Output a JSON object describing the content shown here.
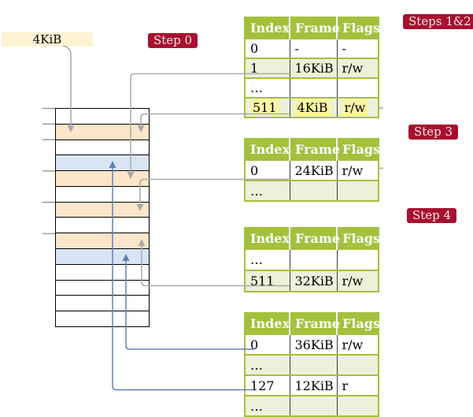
{
  "labels": {
    "frame_size_box": "4KiB"
  },
  "badges": [
    {
      "label": "Step 0"
    },
    {
      "label": "Steps 1&2"
    },
    {
      "label": "Step 3"
    },
    {
      "label": "Step 4"
    }
  ],
  "tables": [
    {
      "name": "page-table-steps-1-2",
      "headers": [
        "Index",
        "Frame",
        "Flags"
      ],
      "rows": [
        {
          "cells": [
            "0",
            "-",
            "-"
          ]
        },
        {
          "cells": [
            "1",
            "16KiB",
            "r/w"
          ]
        },
        {
          "cells": [
            "…",
            "",
            ""
          ]
        },
        {
          "cells": [
            "511",
            "4KiB",
            "r/w"
          ],
          "highlighted": true
        }
      ]
    },
    {
      "name": "page-table-step-3",
      "headers": [
        "Index",
        "Frame",
        "Flags"
      ],
      "rows": [
        {
          "cells": [
            "0",
            "24KiB",
            "r/w"
          ]
        },
        {
          "cells": [
            "…",
            "",
            ""
          ]
        }
      ]
    },
    {
      "name": "page-table-step-4",
      "headers": [
        "Index",
        "Frame",
        "Flags"
      ],
      "rows": [
        {
          "cells": [
            "…",
            "",
            ""
          ]
        },
        {
          "cells": [
            "511",
            "32KiB",
            "r/w"
          ]
        }
      ]
    },
    {
      "name": "page-table-final",
      "headers": [
        "Index",
        "Frame",
        "Flags"
      ],
      "rows": [
        {
          "cells": [
            "0",
            "36KiB",
            "r/w"
          ]
        },
        {
          "cells": [
            "…",
            "",
            ""
          ]
        },
        {
          "cells": [
            "127",
            "12KiB",
            "r"
          ]
        },
        {
          "cells": [
            "…",
            "",
            ""
          ]
        }
      ]
    }
  ],
  "memory": {
    "rows": [
      {
        "type": "free"
      },
      {
        "type": "page-table-frame"
      },
      {
        "type": "free"
      },
      {
        "type": "mapped-page"
      },
      {
        "type": "page-table-frame"
      },
      {
        "type": "free"
      },
      {
        "type": "page-table-frame"
      },
      {
        "type": "free"
      },
      {
        "type": "page-table-frame"
      },
      {
        "type": "mapped-page"
      },
      {
        "type": "free"
      },
      {
        "type": "free"
      },
      {
        "type": "free"
      },
      {
        "type": "free"
      }
    ]
  },
  "colors": {
    "table_header_green": "#a3c13c",
    "table_row_alt_green": "#edf1da",
    "badge_red": "#a8102f",
    "frame_label_cream": "#fdf3d2",
    "memory_frame_orange": "#fde5c9",
    "memory_page_blue": "#d9e5f5",
    "highlight_yellow": "#fbf5a3",
    "gray_arrow": "#a9a9a9",
    "blue_arrow": "#6181b8"
  }
}
